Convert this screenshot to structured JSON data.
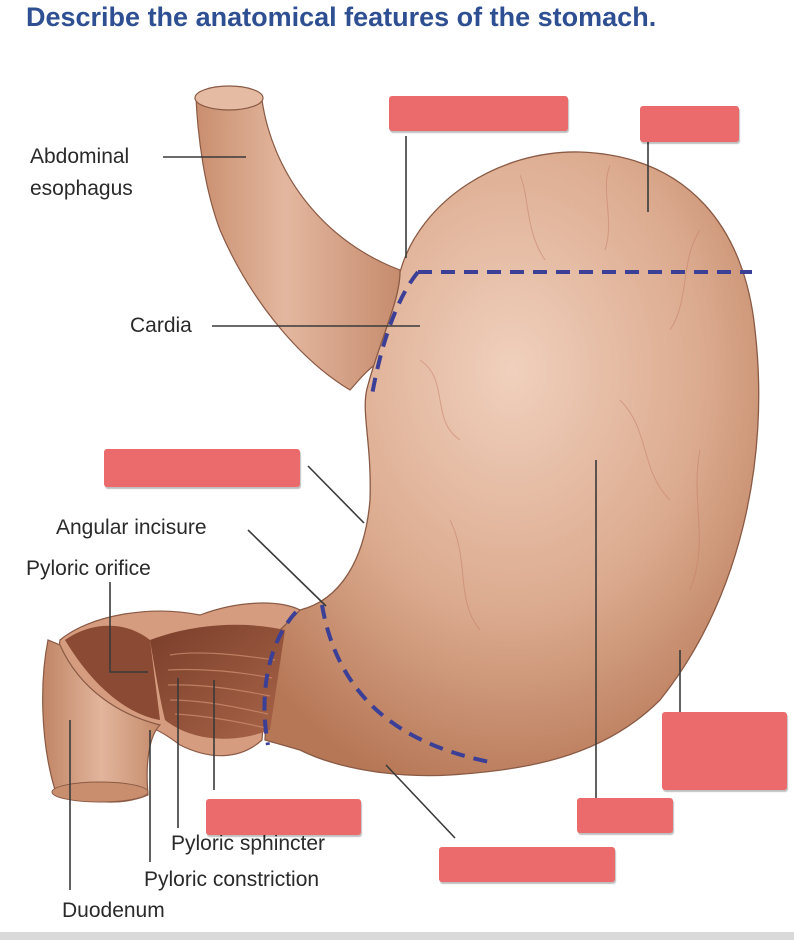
{
  "title": "Describe the anatomical features of the stomach.",
  "colors": {
    "title": "#2f4f93",
    "answer_box": "#eb6a6b",
    "dashed_line": "#3b3f96",
    "tissue": "#d9a486",
    "tissue_dark": "#b97a5a",
    "leader_line": "#3a3a3a"
  },
  "labels": {
    "abdominal_esophagus_1": "Abdominal",
    "abdominal_esophagus_2": "esophagus",
    "cardia": "Cardia",
    "angular_incisure": "Angular incisure",
    "pyloric_orifice": "Pyloric orifice",
    "pyloric_sphincter": "Pyloric sphincter",
    "pyloric_constriction": "Pyloric constriction",
    "duodenum": "Duodenum"
  },
  "answer_boxes": [
    {
      "id": "box-cardiac-notch",
      "hidden_label": ""
    },
    {
      "id": "box-fundus",
      "hidden_label": ""
    },
    {
      "id": "box-lesser-curvature",
      "hidden_label": ""
    },
    {
      "id": "box-greater-curvature",
      "hidden_label": ""
    },
    {
      "id": "box-body",
      "hidden_label": ""
    },
    {
      "id": "box-pyloric-antrum",
      "hidden_label": ""
    },
    {
      "id": "box-pyloric-canal",
      "hidden_label": ""
    }
  ]
}
